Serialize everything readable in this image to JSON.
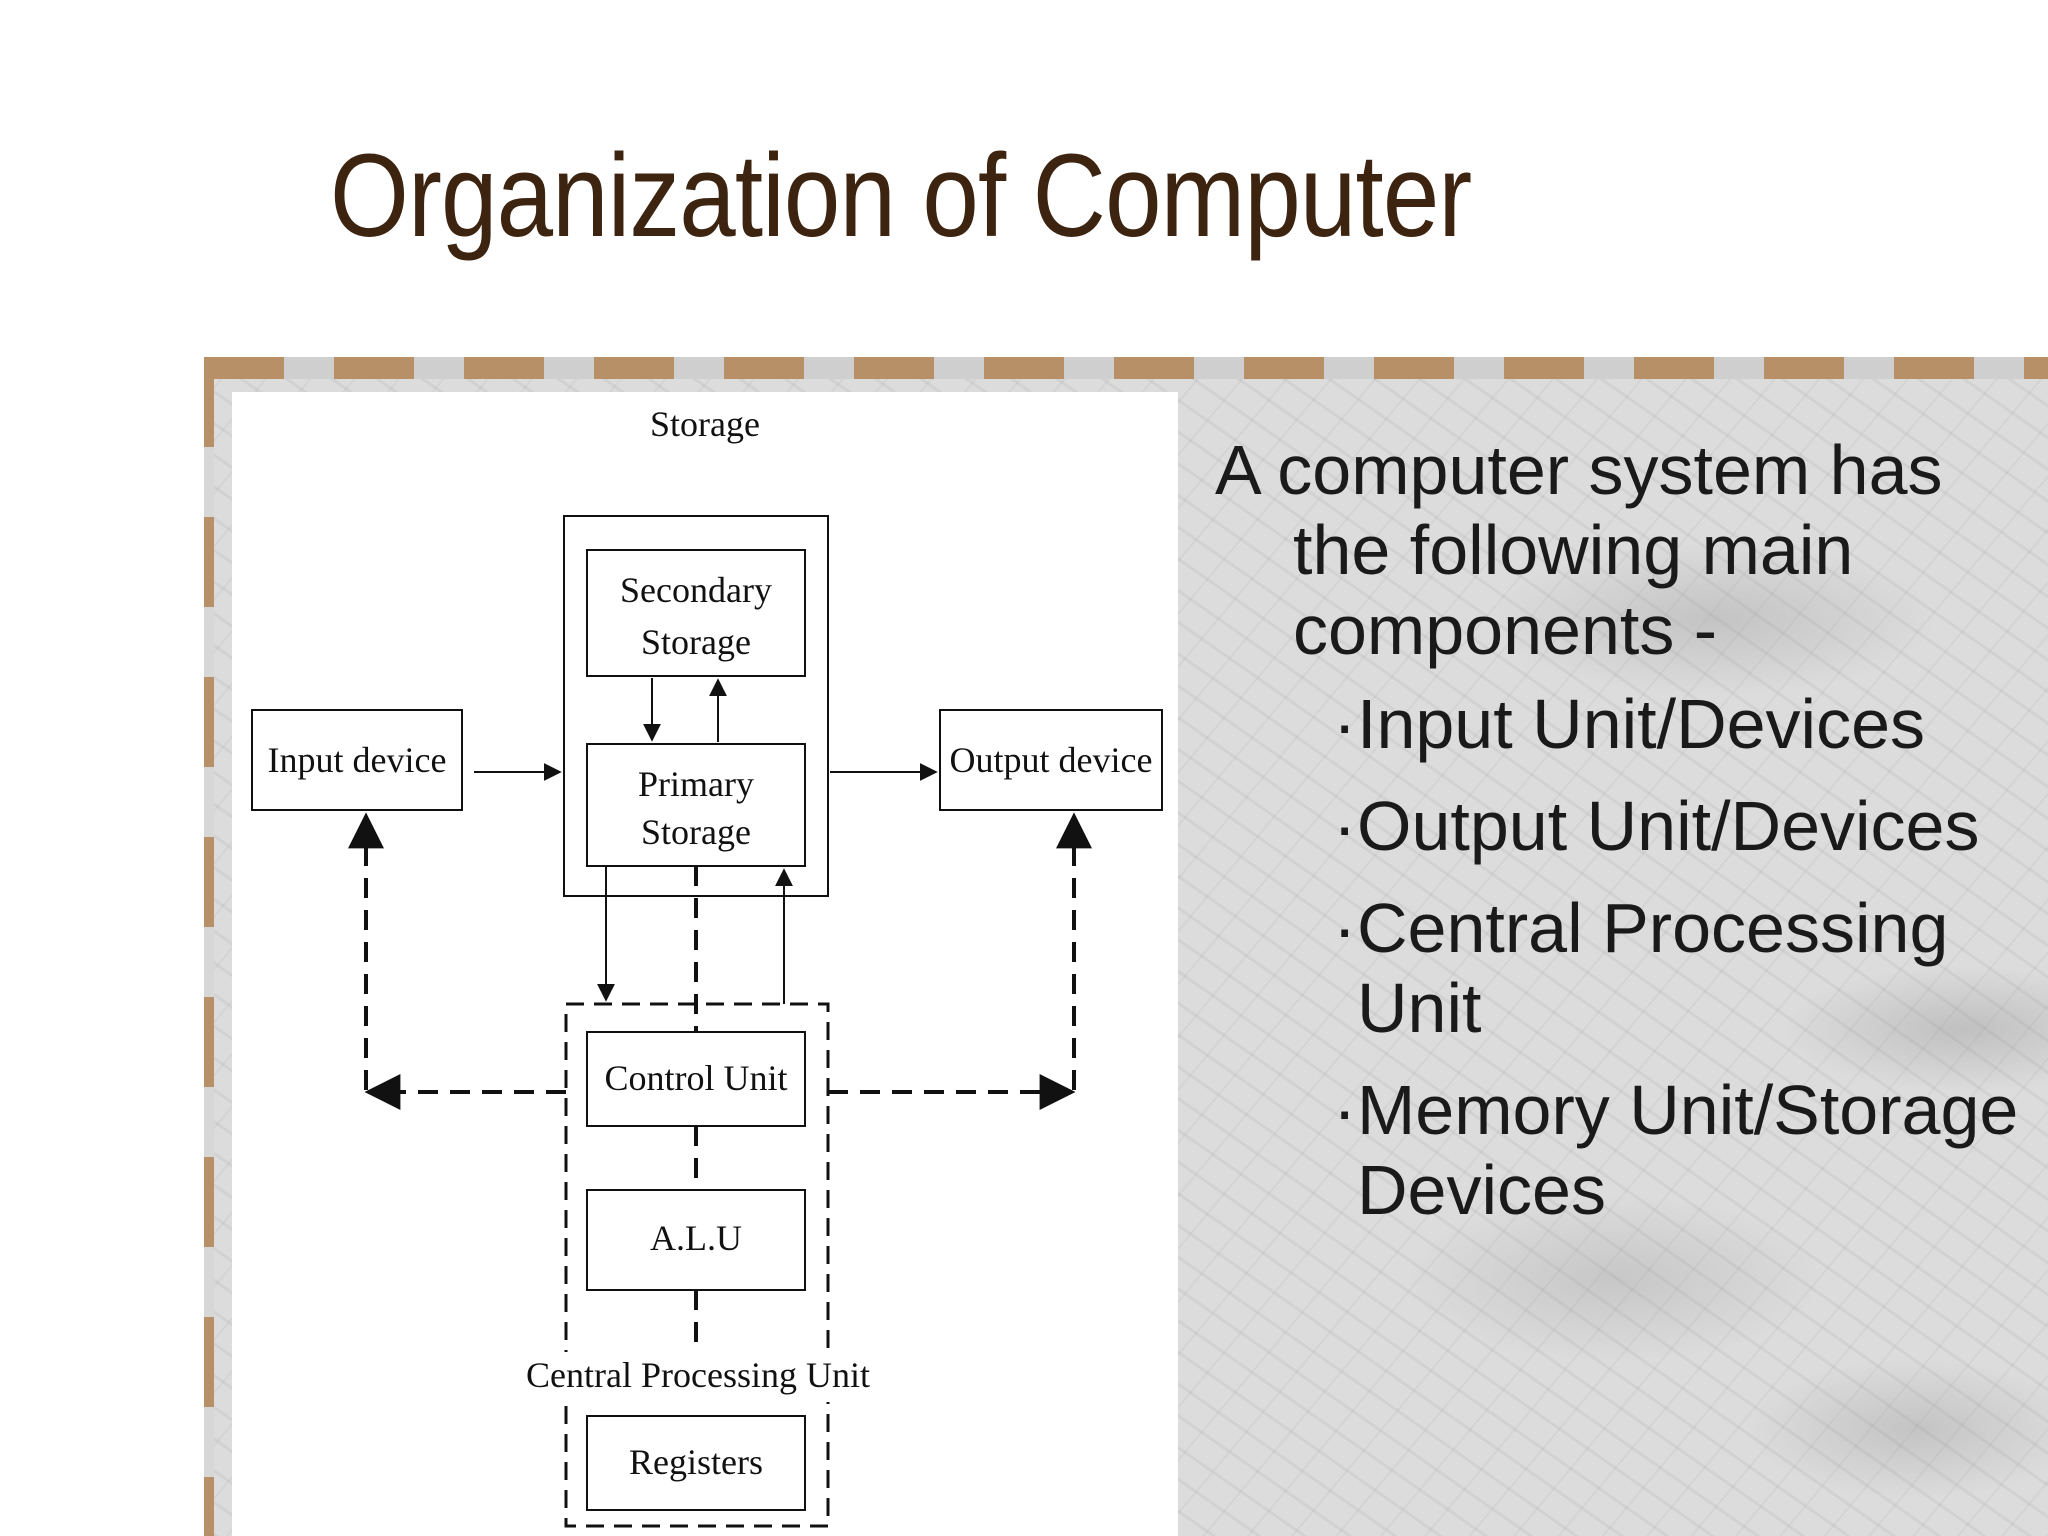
{
  "slide": {
    "title": "Organization of Computer"
  },
  "diagram": {
    "storage_label": "Storage",
    "secondary_storage": [
      "Secondary",
      "Storage"
    ],
    "primary_storage": [
      "Primary",
      "Storage"
    ],
    "input_device": "Input device",
    "output_device": "Output device",
    "control_unit": "Control Unit",
    "alu": "A.L.U",
    "cpu_label": "Central Processing Unit",
    "registers": "Registers"
  },
  "text": {
    "intro": "A computer system has the  following main components -",
    "bullet_char": "·",
    "items": [
      "Input Unit/Devices",
      "Output Unit/Devices",
      "Central Processing Unit",
      "Memory Unit/Storage Devices"
    ]
  },
  "colors": {
    "title": "#3d2410",
    "frame": "#b89068",
    "marble": "#dcdcdc"
  }
}
